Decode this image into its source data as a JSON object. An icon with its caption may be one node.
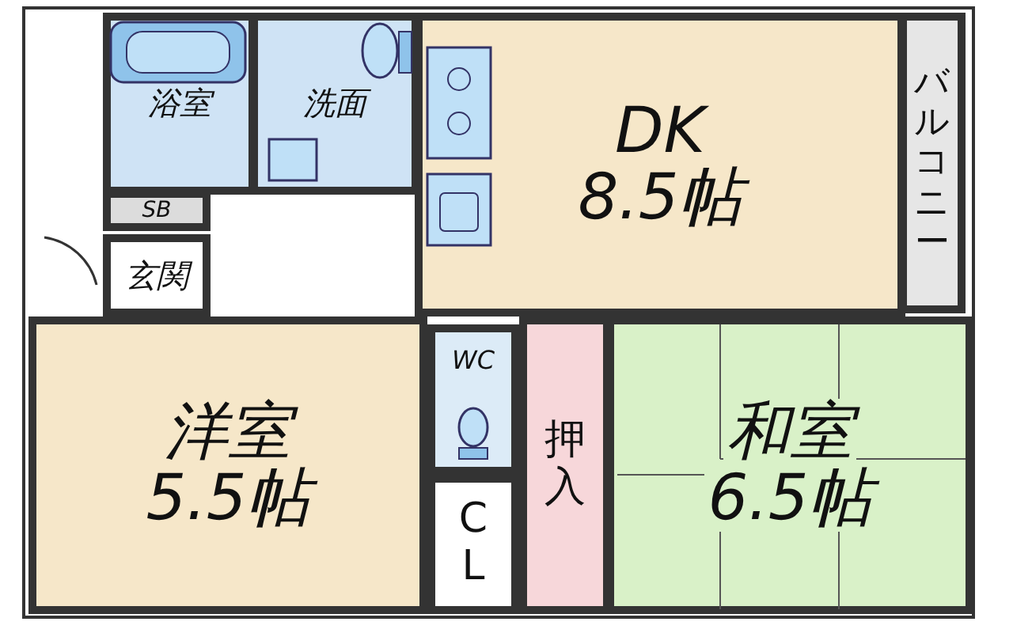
{
  "diagram": {
    "nodes": [
      {
        "text": [
          "浴室"
        ]
      },
      {
        "text": [
          "洗面"
        ]
      },
      {
        "text": [
          "SB"
        ]
      },
      {
        "text": [
          "玄関"
        ]
      },
      {
        "text": [
          "DK",
          "8.5帖"
        ]
      },
      {
        "text": [
          "バルコニー"
        ]
      },
      {
        "text": [
          "洋室",
          "5.5帖"
        ]
      },
      {
        "text": [
          "WC"
        ]
      },
      {
        "text": [
          "CL"
        ]
      },
      {
        "text": [
          "押入"
        ]
      },
      {
        "text": [
          "和室",
          "6.5帖"
        ]
      }
    ]
  }
}
